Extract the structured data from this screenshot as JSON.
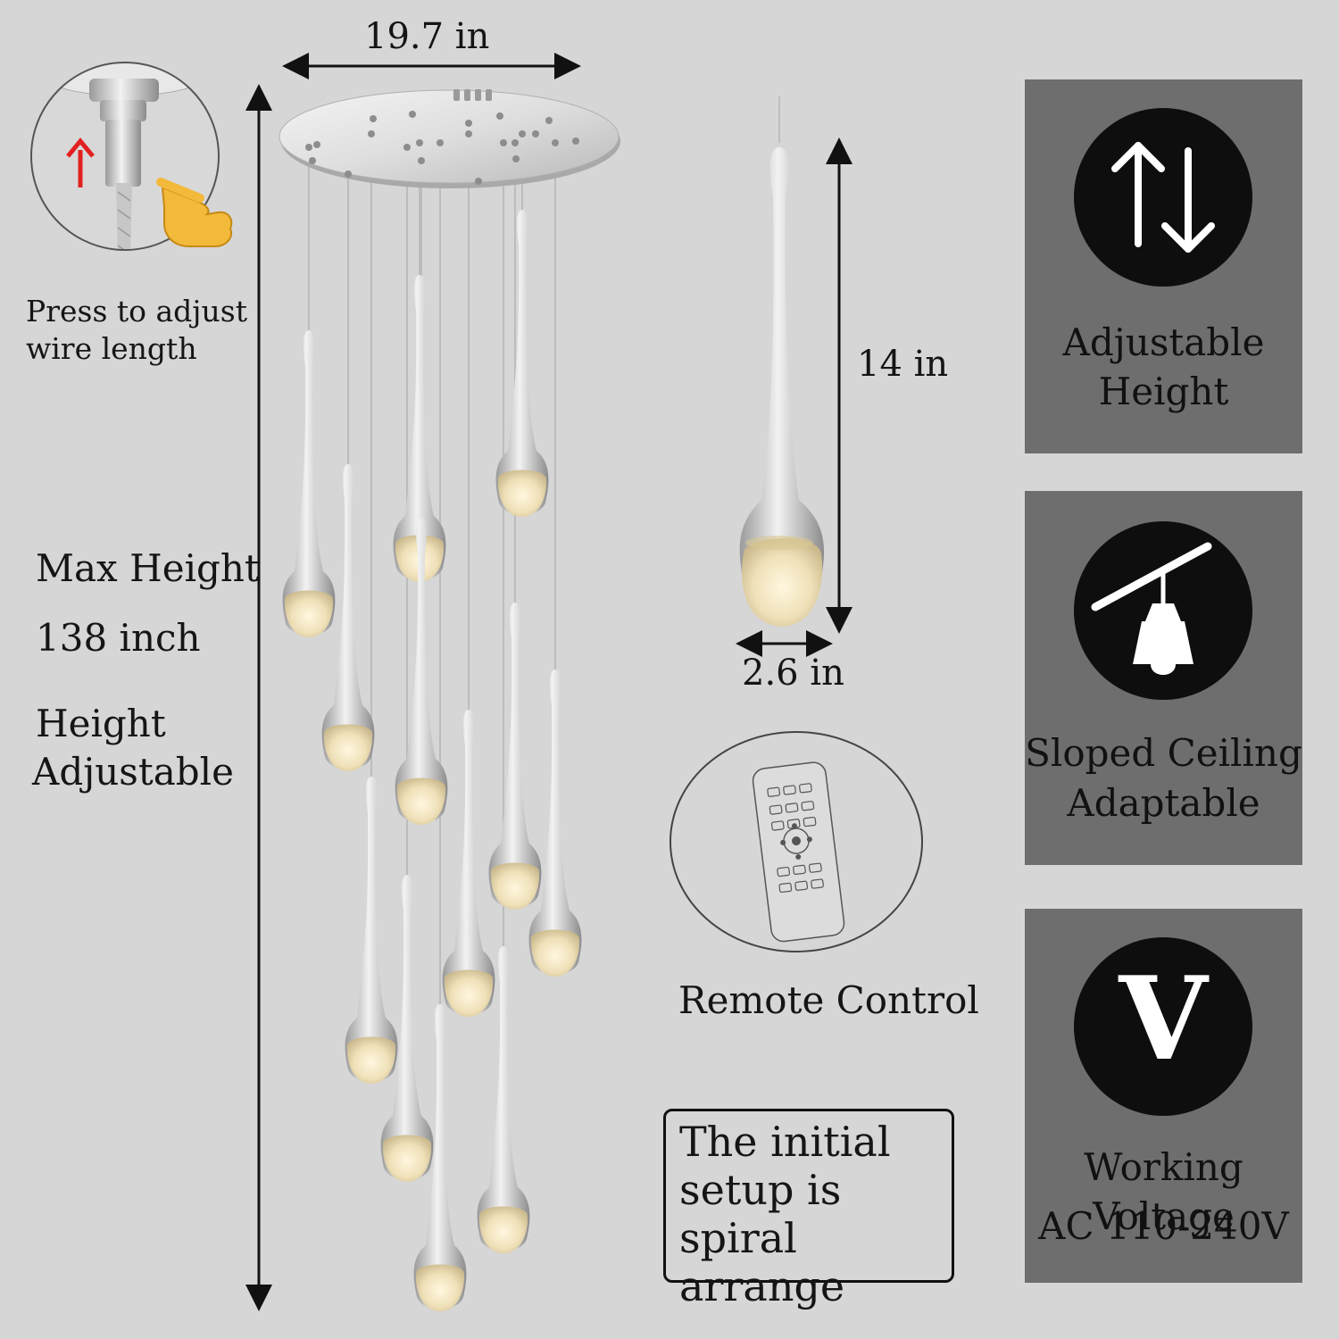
{
  "dimensions": {
    "width_label": "19.7 in",
    "pendant_height": "14 in",
    "pendant_width": "2.6 in"
  },
  "wire_note": {
    "line1": "Press to adjust",
    "line2": "wire length"
  },
  "max_height": {
    "label": "Max Height",
    "value": "138 inch",
    "note_line1": "Height",
    "note_line2": "Adjustable"
  },
  "remote": {
    "label": "Remote Control"
  },
  "setup_note": {
    "line1": "The initial",
    "line2": "setup is",
    "line3": "spiral arrange"
  },
  "features": [
    {
      "icon": "up-down-arrows-icon",
      "line1": "Adjustable",
      "line2": "Height"
    },
    {
      "icon": "sloped-ceiling-lamp-icon",
      "line1": "Sloped Ceiling",
      "line2": "Adaptable"
    },
    {
      "icon": "voltage-v-icon",
      "glyph": "V",
      "line1": "Working Voltage",
      "line2": "AC 110-240V"
    }
  ],
  "colors": {
    "background": "#d6d6d6",
    "panel": "#6e6e6e",
    "icon_circle": "#0e0e0e",
    "chrome": "#c9c9c9",
    "glow": "#f4e6c2",
    "arrow_red": "#e22020"
  }
}
